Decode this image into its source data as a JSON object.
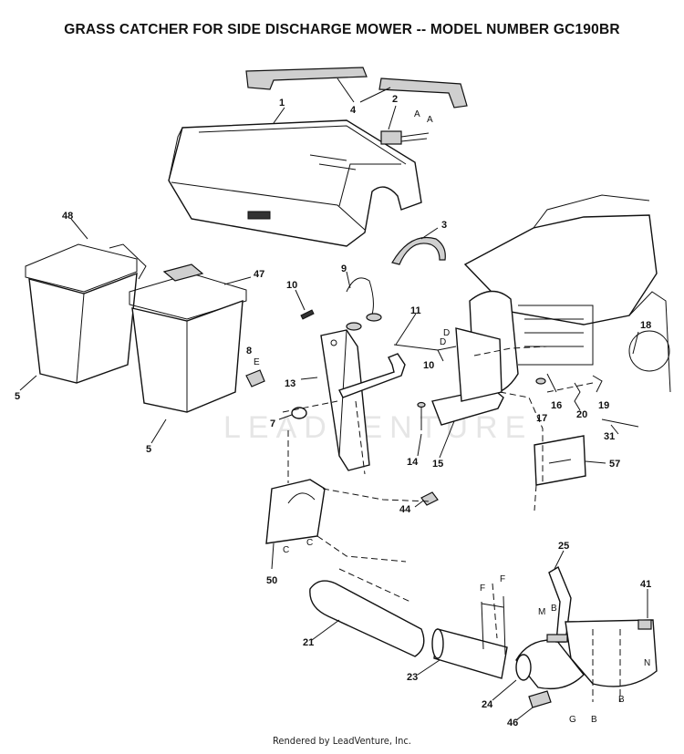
{
  "title": "GRASS CATCHER FOR SIDE DISCHARGE MOWER -- MODEL NUMBER GC190BR",
  "watermark": "LEADVENTURE",
  "footer": "Rendered by LeadVenture, Inc.",
  "callouts": {
    "p1": "1",
    "p2": "2",
    "p3": "3",
    "p4": "4",
    "p5a": "5",
    "p5b": "5",
    "p7": "7",
    "p8": "8",
    "p9": "9",
    "p10a": "10",
    "p10b": "10",
    "p11": "11",
    "p13": "13",
    "p14": "14",
    "p15": "15",
    "p16": "16",
    "p17": "17",
    "p18": "18",
    "p19": "19",
    "p20": "20",
    "p21": "21",
    "p23": "23",
    "p24": "24",
    "p25": "25",
    "p31": "31",
    "p41": "41",
    "p44": "44",
    "p46": "46",
    "p47": "47",
    "p48": "48",
    "p50": "50",
    "p57": "57"
  },
  "letters": {
    "a1": "A",
    "a2": "A",
    "b1": "B",
    "b2": "B",
    "b3": "B",
    "c1": "C",
    "c2": "C",
    "d1": "D",
    "d2": "D",
    "e1": "E",
    "f1": "F",
    "f2": "F",
    "g1": "G",
    "m1": "M",
    "n1": "N"
  }
}
